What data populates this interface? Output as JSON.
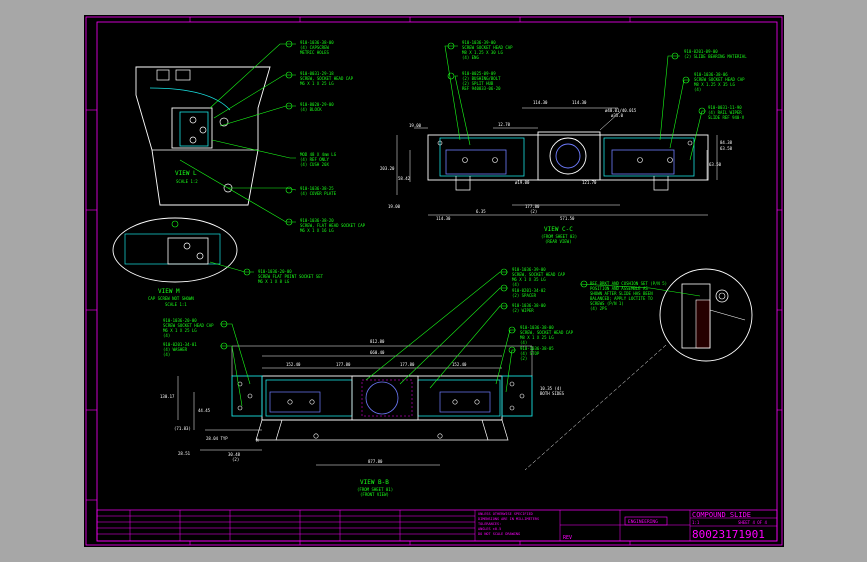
{
  "colors": {
    "background": "#a7a7a7",
    "sheet": "#000000",
    "border": "#ff00ff",
    "part": "#ffffff",
    "part_alt": "#19e3e3",
    "callout": "#19ff19",
    "dimension": "#ffffff",
    "highlight": "#6f7cff",
    "title_text": "#ff00ff"
  },
  "views": {
    "view_l": {
      "title": "VIEW L",
      "scale": "SCALE 1:2"
    },
    "view_m": {
      "title": "VIEW M",
      "note1": "CAP SCREW NOT SHOWN",
      "note2": "SCALE 1:1"
    },
    "view_cc": {
      "title": "VIEW C-C",
      "note1": "(FROM SHEET 03)",
      "note2": "(REAR VIEW)"
    },
    "view_bb": {
      "title": "VIEW B-B",
      "note1": "(FROM SHEET 01)",
      "note2": "(FRONT VIEW)"
    }
  },
  "dimensions": {
    "cc": [
      "114.30",
      "114.30",
      "12.70",
      "ø40.01/40.015",
      "ø35.0",
      "19.00",
      "203.20",
      "58.42",
      "ø19.00",
      "19.00",
      "177.80",
      "(2)",
      "571.50",
      "114.30",
      "6.35",
      "121.70",
      "63.50",
      "63.58",
      "84.38"
    ],
    "bb": [
      "812.80",
      "660.40",
      "152.40",
      "177.80",
      "177.80",
      "152.40",
      "130.17",
      "44.45",
      "(71.83)",
      "28.04 TYP",
      "28.51",
      "30.48",
      "(2)",
      "877.80",
      "10.35 (4)",
      "BOTH SIDES",
      "M"
    ]
  },
  "callouts": {
    "l1": [
      "910-1036-38-00",
      "(4) CAPSCREW",
      "METRIC HOLES"
    ],
    "l2": [
      "910-0031-29-18",
      "SCREW, SOCKET HEAD CAP",
      "M6 X 1 X 25 LG"
    ],
    "l3": [
      "910-8020-29-00",
      "(4) BLOCK"
    ],
    "l4": [
      "MOD 48 X 4mm LG",
      "(4) REF ONLY",
      "(4) CUSH 20X"
    ],
    "l5": [
      "910-1036-38-25",
      "(4) COVER PLATE"
    ],
    "l6": [
      "910-1036-38-20",
      "SCREW, FLAT HEAD SOCKET CAP",
      "M6 X 1 X 16 LG"
    ],
    "m1": [
      "910-1036-20-00",
      "SCREW FLAT POINT SOCKET SET",
      "M6 X 1 X 8 LG"
    ],
    "cc1": [
      "910-1036-39-00",
      "SCREW SOCKET HEAD CAP",
      "M8 X 1.25 X 30 LG",
      "(4) ENG"
    ],
    "cc2": [
      "910-0025-09-09",
      "(2) BUSHING/BOLT",
      "(2) SPLIT HUB",
      "REF 940833-06-20"
    ],
    "cc3": [
      "910-0201-09-00",
      "(2) SLIDE BEARING MATERIAL"
    ],
    "cc4": [
      "910-1036-38-06",
      "SCREW SOCKET HEAD CAP",
      "M8 X 1.25 X 35 LG",
      "(4)"
    ],
    "cc5": [
      "910-0031-11-90",
      "(4) RAIL WIPER",
      "SLIDE REF 940-V"
    ],
    "bb1": [
      "910-1036-39-00",
      "SCREW, SOCKET HEAD CAP",
      "M6 X 1 X 35 LG",
      "(4)"
    ],
    "bb2": [
      "910-0201-34-02",
      "(2) SPACER"
    ],
    "bb3": [
      "910-1036-38-00",
      "(2) WIPER"
    ],
    "bb4": [
      "910-1036-38-00",
      "SCREW, SOCKET HEAD CAP",
      "M8 X 1 X 25 LG",
      "(4)"
    ],
    "bb5": [
      "910-1036-38-05",
      "(4) STOP",
      "(2)"
    ],
    "bb_left1": [
      "910-1036-20-00",
      "SCREW SOCKET HEAD CAP",
      "M6 X 1 X 25 LG",
      "(4)"
    ],
    "bb_left2": [
      "910-0201-34-01",
      "(4) WASHER",
      "(4)"
    ],
    "detail": [
      "REF BRKT AND CUSHION SET (P/N 5)",
      "POSITION AND ASSEMBLE AS",
      "SHOWN AFTER SLIDE HAS BEEN",
      "BALANCED; APPLY LOCTITE TO",
      "SCREWS (P/N 1)",
      "(4) 2PS"
    ]
  },
  "title_block": {
    "title": "COMPOUND SLIDE",
    "drawing_number": "80023171901",
    "sheet": "SHEET 4 OF 4",
    "scale": "1:1",
    "company": "ENGINEERING",
    "notes": [
      "UNLESS OTHERWISE SPECIFIED",
      "DIMENSIONS ARE IN MILLIMETERS",
      "TOLERANCES:",
      "ANGLES ±0.5",
      "DO NOT SCALE DRAWING"
    ],
    "rev_label": "REV"
  }
}
